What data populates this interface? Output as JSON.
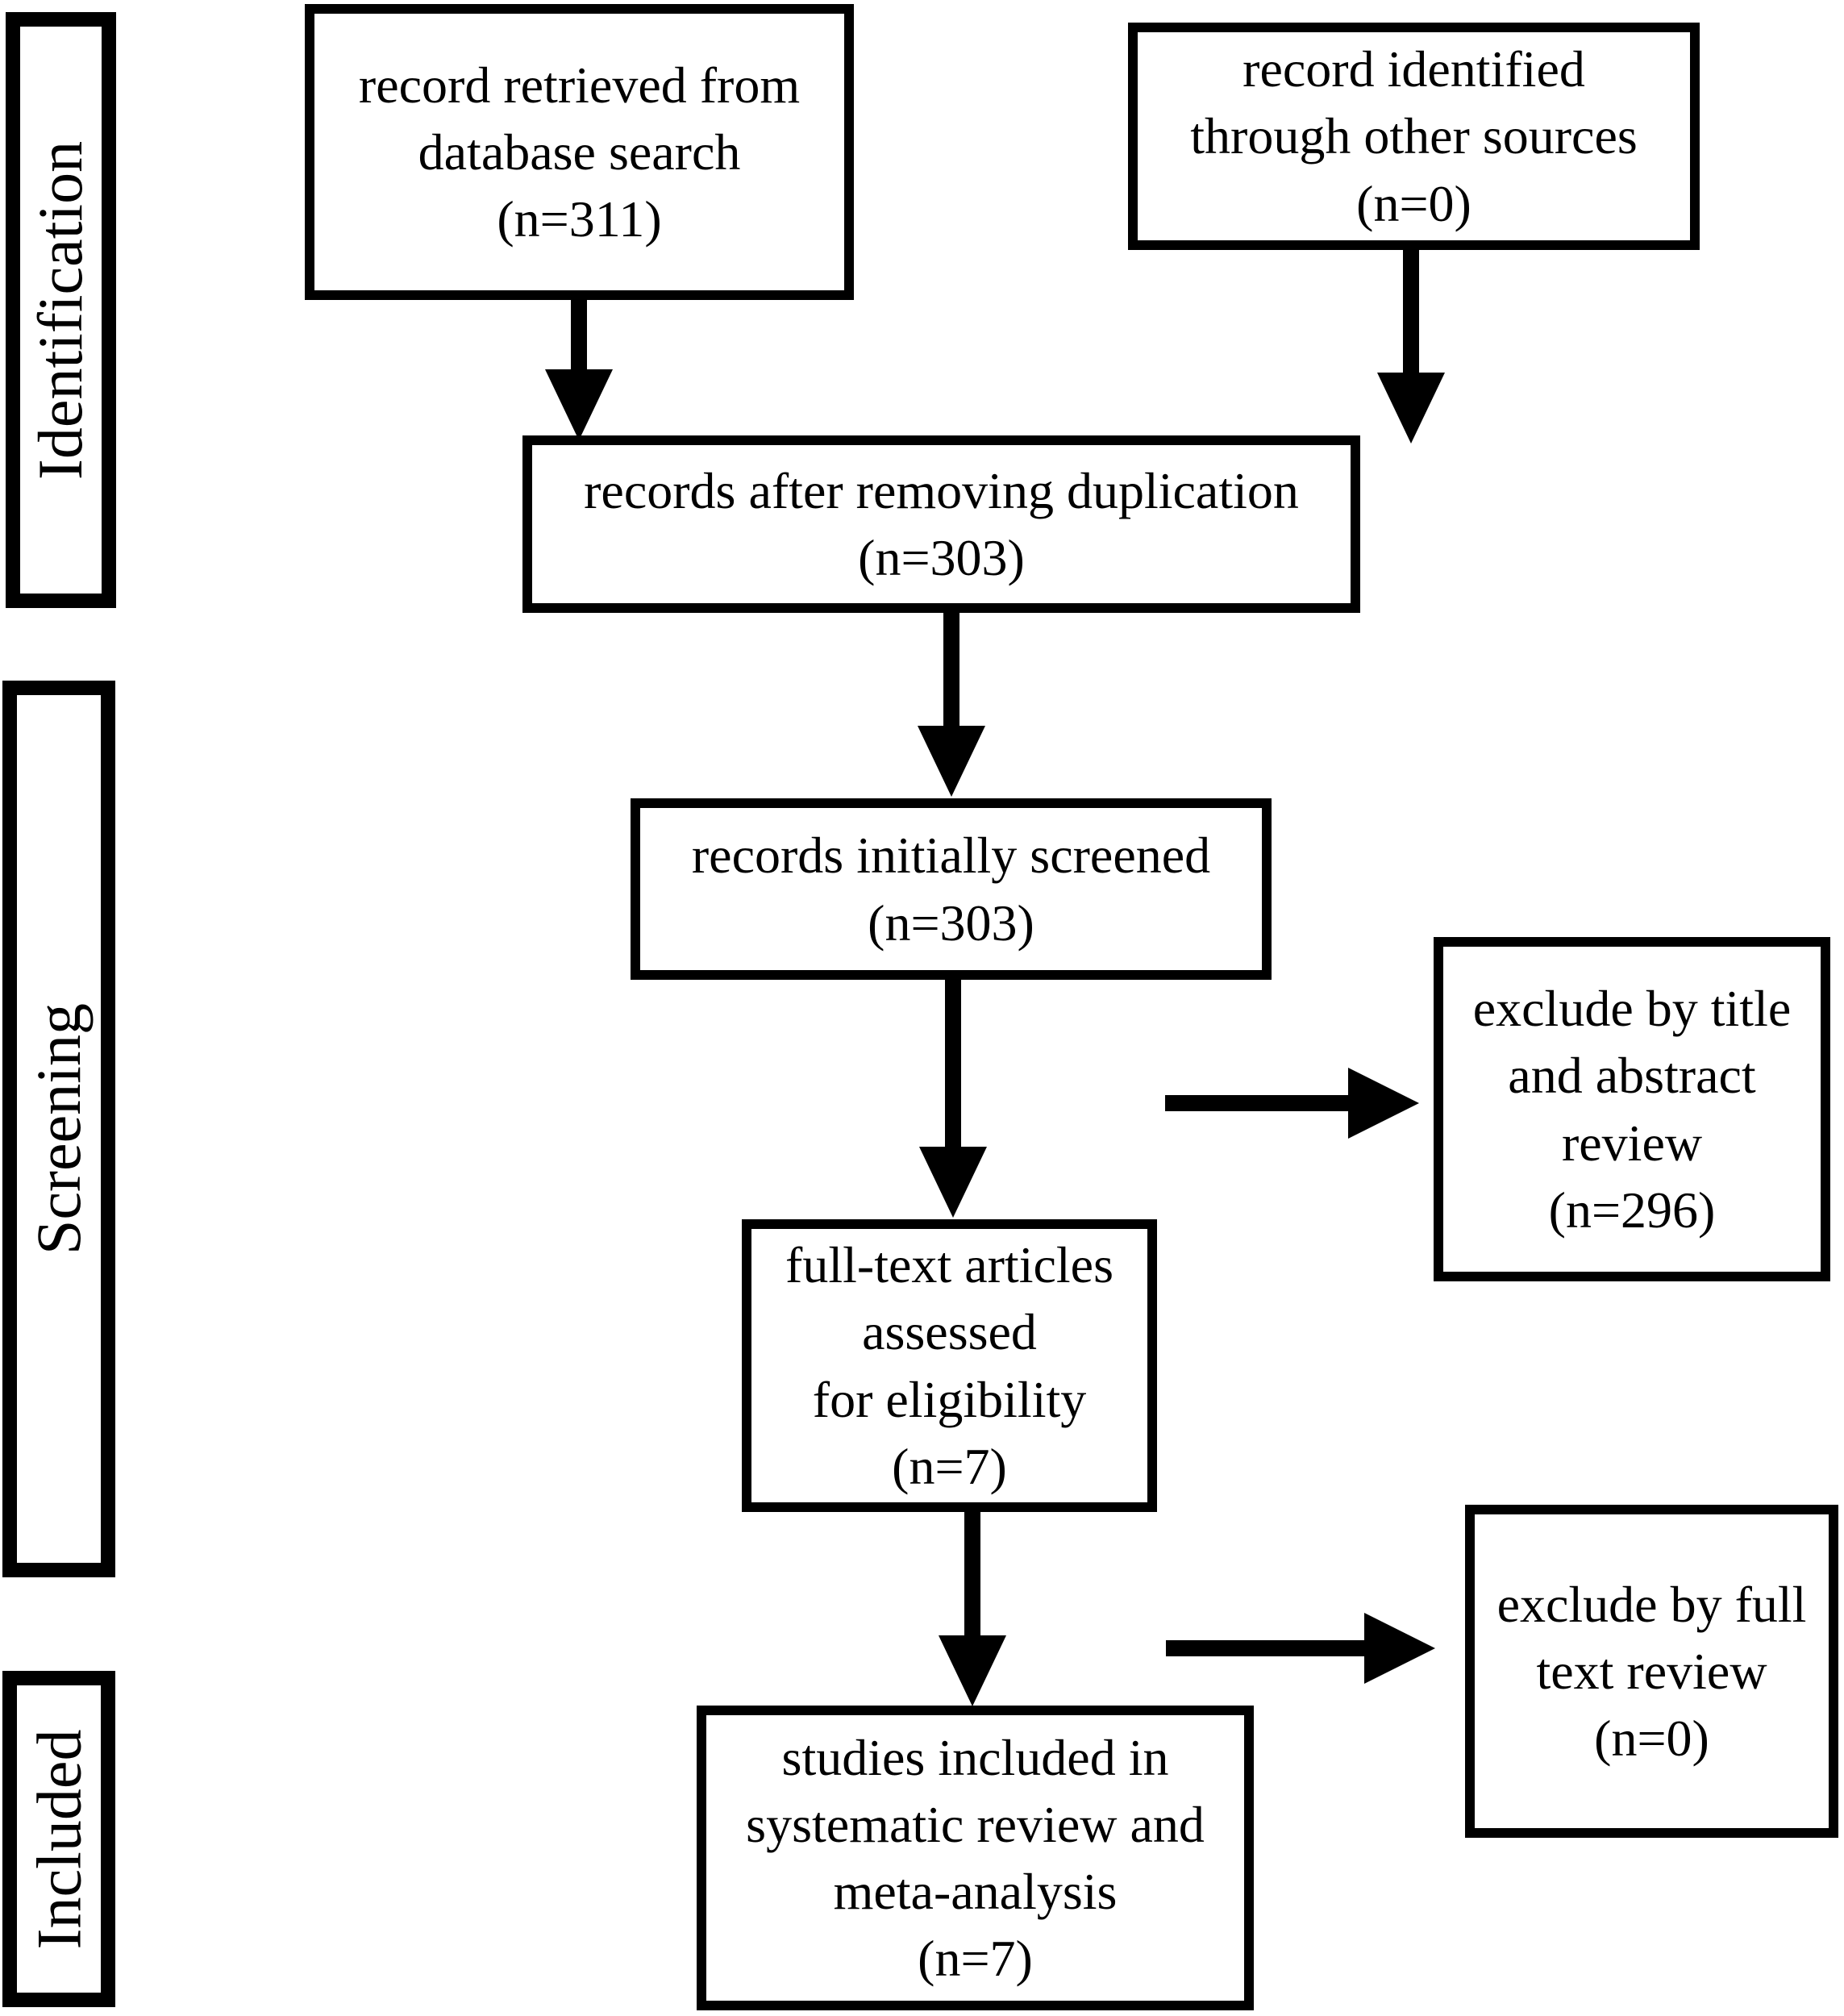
{
  "colors": {
    "ink": "#000000",
    "paper": "#ffffff"
  },
  "stages": [
    {
      "id": "identification",
      "label": "Identification"
    },
    {
      "id": "screening",
      "label": "Screening"
    },
    {
      "id": "included",
      "label": "Included"
    }
  ],
  "nodes": {
    "database_search": {
      "text": "record retrieved from\ndatabase search\n(n=311)"
    },
    "other_sources": {
      "text": "record identified\nthrough other sources\n(n=0)"
    },
    "after_duplication": {
      "text": "records after removing duplication\n(n=303)"
    },
    "initial_screen": {
      "text": "records initially screened\n(n=303)"
    },
    "full_text": {
      "text": "full-text articles\nassessed\nfor eligibility\n(n=7)"
    },
    "exclude_title_abstract": {
      "text": "exclude by title\nand abstract\nreview\n(n=296)"
    },
    "exclude_full_text": {
      "text": "exclude by full\ntext review\n(n=0)"
    },
    "included_studies": {
      "text": "studies included in\nsystematic review and\nmeta-analysis\n(n=7)"
    }
  }
}
